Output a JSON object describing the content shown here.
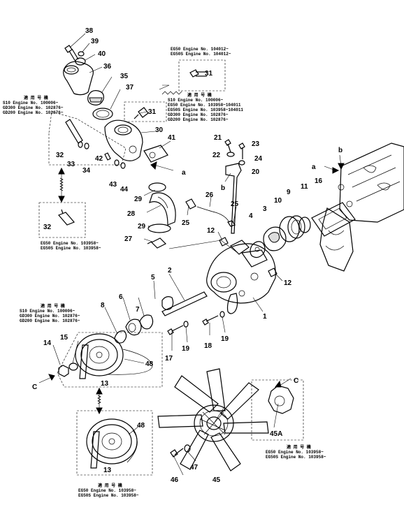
{
  "parts": [
    {
      "id": "p38",
      "text": "38"
    },
    {
      "id": "p39",
      "text": "39"
    },
    {
      "id": "p40",
      "text": "40"
    },
    {
      "id": "p36",
      "text": "36"
    },
    {
      "id": "p35",
      "text": "35"
    },
    {
      "id": "p37",
      "text": "37"
    },
    {
      "id": "p31a",
      "text": "31"
    },
    {
      "id": "p31b",
      "text": "31"
    },
    {
      "id": "p30",
      "text": "30"
    },
    {
      "id": "p41",
      "text": "41"
    },
    {
      "id": "p32a",
      "text": "32"
    },
    {
      "id": "p32b",
      "text": "32"
    },
    {
      "id": "p33",
      "text": "33"
    },
    {
      "id": "p34",
      "text": "34"
    },
    {
      "id": "p42",
      "text": "42"
    },
    {
      "id": "p43",
      "text": "43"
    },
    {
      "id": "p44",
      "text": "44"
    },
    {
      "id": "p21",
      "text": "21"
    },
    {
      "id": "p22",
      "text": "22"
    },
    {
      "id": "p23",
      "text": "23"
    },
    {
      "id": "p24",
      "text": "24"
    },
    {
      "id": "p20",
      "text": "20"
    },
    {
      "id": "p26",
      "text": "26"
    },
    {
      "id": "p25a",
      "text": "25"
    },
    {
      "id": "p25b",
      "text": "25"
    },
    {
      "id": "p29a",
      "text": "29"
    },
    {
      "id": "p28",
      "text": "28"
    },
    {
      "id": "p29b",
      "text": "29"
    },
    {
      "id": "p27",
      "text": "27"
    },
    {
      "id": "p12a",
      "text": "12"
    },
    {
      "id": "p12b",
      "text": "12"
    },
    {
      "id": "p3",
      "text": "3"
    },
    {
      "id": "p4",
      "text": "4"
    },
    {
      "id": "p10",
      "text": "10"
    },
    {
      "id": "p9",
      "text": "9"
    },
    {
      "id": "p11",
      "text": "11"
    },
    {
      "id": "p16",
      "text": "16"
    },
    {
      "id": "p2",
      "text": "2"
    },
    {
      "id": "p1",
      "text": "1"
    },
    {
      "id": "p5",
      "text": "5"
    },
    {
      "id": "p6",
      "text": "6"
    },
    {
      "id": "p7",
      "text": "7"
    },
    {
      "id": "p8",
      "text": "8"
    },
    {
      "id": "p14",
      "text": "14"
    },
    {
      "id": "p15",
      "text": "15"
    },
    {
      "id": "p13a",
      "text": "13"
    },
    {
      "id": "p13b",
      "text": "13"
    },
    {
      "id": "p48a",
      "text": "48"
    },
    {
      "id": "p48b",
      "text": "48"
    },
    {
      "id": "p17",
      "text": "17"
    },
    {
      "id": "p19a",
      "text": "19"
    },
    {
      "id": "p19b",
      "text": "19"
    },
    {
      "id": "p18",
      "text": "18"
    },
    {
      "id": "p45",
      "text": "45"
    },
    {
      "id": "p45A",
      "text": "45A"
    },
    {
      "id": "p46",
      "text": "46"
    },
    {
      "id": "p47",
      "text": "47"
    }
  ],
  "markers": [
    {
      "id": "ma1",
      "text": "a"
    },
    {
      "id": "ma2",
      "text": "a"
    },
    {
      "id": "mb1",
      "text": "b"
    },
    {
      "id": "mb2",
      "text": "b"
    },
    {
      "id": "mc1",
      "text": "C"
    },
    {
      "id": "mc2",
      "text": "C"
    }
  ],
  "notes": [
    {
      "id": "n1",
      "lines": [
        "EG50  Engine  No. 104012~",
        "EG50S Engine  No. 104012~"
      ]
    },
    {
      "id": "n2",
      "lines": [
        "適 用 号 機",
        "S10   Engine  No. 100006~",
        "GD300 Engine  No. 102876~",
        "GD200 Engine  No. 102876~"
      ]
    },
    {
      "id": "n3",
      "lines": [
        "適 用 号 機",
        "S10   Engine  No. 100006~",
        "EG50  Engine  No. 103958~104011",
        "EG50S Engine  No. 103958~104011",
        "GD300 Engine  No. 102876~",
        "GD200 Engine  No. 102876~"
      ]
    },
    {
      "id": "n4",
      "lines": [
        "EG50  Engine  No. 103958~",
        "EG50S Engine  No. 103958~"
      ]
    },
    {
      "id": "n5",
      "lines": [
        "適 用 号 機",
        "S10   Engine  No. 100006~",
        "GD300 Engine  No. 102876~",
        "GD200 Engine  No. 102876~"
      ]
    },
    {
      "id": "n6",
      "lines": [
        "適 用 号 機",
        "EG50  Engine  No. 103958~",
        "EG50S Engine  No. 103958~"
      ]
    },
    {
      "id": "n7",
      "lines": [
        "適 用 号 機",
        "EG50  Engine  No. 103958~",
        "EG50S Engine  No. 103958~"
      ]
    }
  ]
}
